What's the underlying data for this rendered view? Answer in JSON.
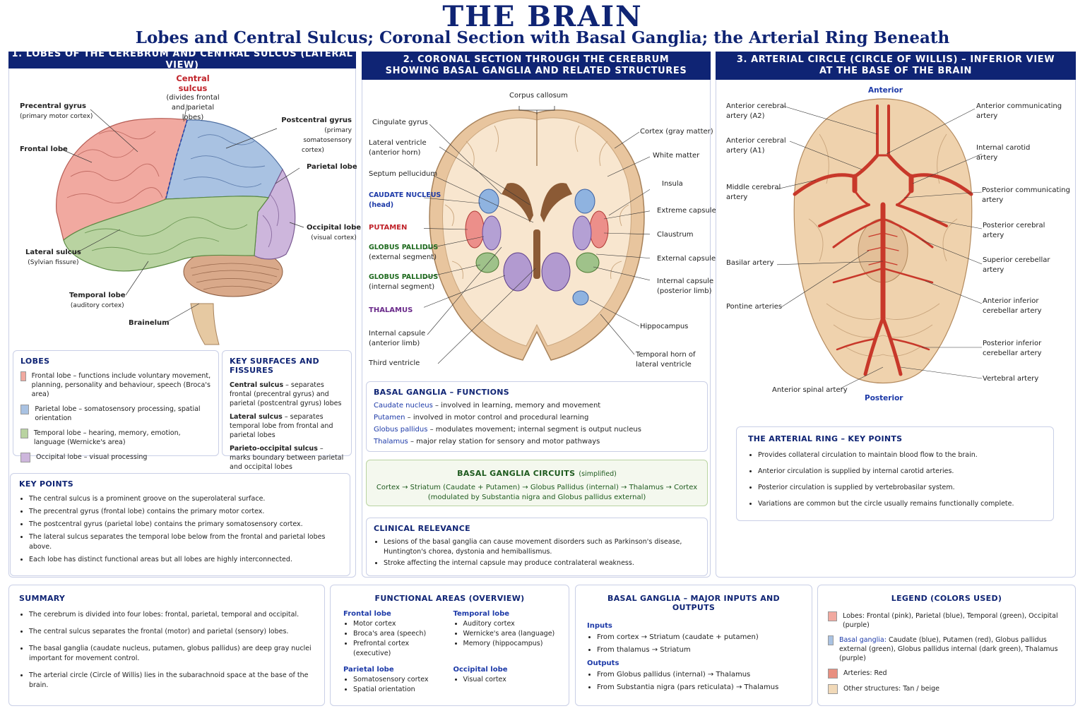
{
  "header": {
    "title": "THE BRAIN",
    "subtitle": "Lobes and Central Sulcus; Coronal Section with Basal Ganglia; the Arterial Ring Beneath"
  },
  "panel1": {
    "heading": "1. LOBES OF THE CEREBRUM AND CENTRAL SULCUS (LATERAL VIEW)",
    "labels": {
      "central_sulcus": "Central sulcus",
      "central_sulcus_note1": "(divides frontal",
      "central_sulcus_note2": "and parietal lobes)",
      "precentral": "Precentral gyrus",
      "precentral_note": "(primary motor cortex)",
      "postcentral": "Postcentral gyrus",
      "postcentral_note1": "(primary somatosensory",
      "postcentral_note2": "cortex)",
      "frontal": "Frontal lobe",
      "parietal": "Parietal lobe",
      "occipital": "Occipital lobe",
      "occipital_note": "(visual cortex)",
      "lateral_sulcus": "Lateral sulcus",
      "lateral_sulcus_note": "(Sylvian fissure)",
      "temporal": "Temporal lobe",
      "temporal_note": "(auditory cortex)",
      "brainstem": "Brainelum"
    },
    "lobes_box": {
      "heading": "LOBES",
      "items": [
        {
          "text": "Frontal lobe – functions include voluntary movement, planning, personality and behaviour, speech (Broca's area)",
          "color": "#f1a9a0"
        },
        {
          "text": "Parietal lobe – somatosensory processing, spatial orientation",
          "color": "#a9c2e2"
        },
        {
          "text": "Temporal lobe – hearing, memory, emotion, language (Wernicke's area)",
          "color": "#b9d3a1"
        },
        {
          "text": "Occipital lobe – visual processing",
          "color": "#cdb6dc"
        }
      ]
    },
    "surfaces_box": {
      "heading": "KEY SURFACES AND FISSURES",
      "items": [
        {
          "term": "Central sulcus",
          "text": " – separates frontal (precentral gyrus) and parietal (postcentral gyrus) lobes"
        },
        {
          "term": "Lateral sulcus",
          "text": " – separates temporal lobe from frontal and parietal lobes"
        },
        {
          "term": "Parieto-occipital sulcus",
          "text": " – marks boundary between parietal and occipital lobes"
        }
      ]
    },
    "key_points": {
      "heading": "KEY POINTS",
      "items": [
        "The central sulcus is a prominent groove on the superolateral surface.",
        "The precentral gyrus (frontal lobe) contains the primary motor cortex.",
        "The postcentral gyrus (parietal lobe) contains the primary somatosensory cortex.",
        "The lateral sulcus separates the temporal lobe below from the frontal and parietal lobes above.",
        "Each lobe has distinct functional areas but all lobes are highly interconnected."
      ]
    }
  },
  "panel2": {
    "heading_line1": "2. CORONAL SECTION THROUGH THE CEREBRUM",
    "heading_line2": "SHOWING BASAL GANGLIA AND RELATED STRUCTURES",
    "labels": {
      "corpus_callosum": "Corpus callosum",
      "cingulate": "Cingulate gyrus",
      "lat_ventricle1": "Lateral ventricle",
      "lat_ventricle2": "(anterior horn)",
      "septum": "Septum pellucidum",
      "caudate1": "CAUDATE NUCLEUS",
      "caudate2": "(head)",
      "putamen": "PUTAMEN",
      "gp_ext1": "GLOBUS PALLIDUS",
      "gp_ext2": "(external segment)",
      "gp_int1": "GLOBUS PALLIDUS",
      "gp_int2": "(internal segment)",
      "thalamus": "THALAMUS",
      "int_caps_ant1": "Internal capsule",
      "int_caps_ant2": "(anterior limb)",
      "third_vent": "Third ventricle",
      "cortex": "Cortex (gray matter)",
      "white": "White matter",
      "insula": "Insula",
      "extreme": "Extreme capsule",
      "claustrum": "Claustrum",
      "external": "External capsule",
      "int_caps_post1": "Internal capsule",
      "int_caps_post2": "(posterior limb)",
      "hippocampus": "Hippocampus",
      "temporal_horn1": "Temporal horn of",
      "temporal_horn2": "lateral ventricle"
    },
    "functions_box": {
      "heading": "BASAL GANGLIA – FUNCTIONS",
      "items": [
        {
          "term": "Caudate nucleus",
          "text": " – involved in learning, memory and movement"
        },
        {
          "term": "Putamen",
          "text": " – involved in motor control and procedural learning"
        },
        {
          "term": "Globus pallidus",
          "text": " – modulates movement; internal segment is output nucleus"
        },
        {
          "term": "Thalamus",
          "text": " – major relay station for sensory and motor pathways"
        }
      ]
    },
    "circuits_box": {
      "heading": "BASAL GANGLIA CIRCUITS",
      "heading_note": "(simplified)",
      "line1": "Cortex → Striatum (Caudate + Putamen) → Globus Pallidus (internal) → Thalamus → Cortex",
      "line2": "(modulated by Substantia nigra and Globus pallidus external)"
    },
    "clinical_box": {
      "heading": "CLINICAL RELEVANCE",
      "items": [
        "Lesions of the basal ganglia can cause movement disorders such as Parkinson's disease, Huntington's chorea, dystonia and hemiballismus.",
        "Stroke affecting the internal capsule may produce contralateral weakness."
      ]
    }
  },
  "panel3": {
    "heading_line1": "3. ARTERIAL CIRCLE (CIRCLE OF WILLIS) – INFERIOR VIEW",
    "heading_line2": "AT THE BASE OF THE BRAIN",
    "labels": {
      "anterior": "Anterior",
      "posterior": "Posterior",
      "aca_a2_1": "Anterior cerebral",
      "aca_a2_2": "artery (A2)",
      "aca_a1_1": "Anterior cerebral",
      "aca_a1_2": "artery (A1)",
      "mca1": "Middle cerebral",
      "mca2": "artery",
      "basilar": "Basilar artery",
      "pontine": "Pontine arteries",
      "ant_spinal": "Anterior spinal artery",
      "acom1": "Anterior communicating",
      "acom2": "artery",
      "ica1": "Internal carotid",
      "ica2": "artery",
      "pcom1": "Posterior communicating",
      "pcom2": "artery",
      "pca1": "Posterior cerebral",
      "pca2": "artery",
      "sca1": "Superior cerebellar",
      "sca2": "artery",
      "aica1": "Anterior inferior",
      "aica2": "cerebellar artery",
      "pica1": "Posterior inferior",
      "pica2": "cerebellar artery",
      "vertebral": "Vertebral artery"
    },
    "ring_box": {
      "heading": "THE ARTERIAL RING – KEY POINTS",
      "items": [
        "Provides collateral circulation to maintain blood flow to the brain.",
        "Anterior circulation is supplied by internal carotid arteries.",
        "Posterior circulation is supplied by vertebrobasilar system.",
        "Variations are common but the circle usually remains functionally complete."
      ]
    }
  },
  "summary": {
    "heading": "SUMMARY",
    "items": [
      "The cerebrum is divided into four lobes: frontal, parietal, temporal and occipital.",
      "The central sulcus separates the frontal (motor) and parietal (sensory) lobes.",
      "The basal ganglia (caudate nucleus, putamen, globus pallidus) are deep gray nuclei important for movement control.",
      "The arterial circle (Circle of Willis) lies in the subarachnoid space at the base of the brain."
    ]
  },
  "functional_areas": {
    "heading": "FUNCTIONAL AREAS (OVERVIEW)",
    "groups": [
      {
        "title": "Frontal lobe",
        "items": [
          "Motor cortex",
          "Broca's area (speech)",
          "Prefrontal cortex (executive)"
        ]
      },
      {
        "title": "Temporal lobe",
        "items": [
          "Auditory cortex",
          "Wernicke's area (language)",
          "Memory (hippocampus)"
        ]
      },
      {
        "title": "Parietal lobe",
        "items": [
          "Somatosensory cortex",
          "Spatial orientation"
        ]
      },
      {
        "title": "Occipital lobe",
        "items": [
          "Visual cortex"
        ]
      }
    ]
  },
  "inputs_outputs": {
    "heading": "BASAL GANGLIA – MAJOR INPUTS AND OUTPUTS",
    "inputs_title": "Inputs",
    "inputs": [
      "From cortex → Striatum (caudate + putamen)",
      "From thalamus → Striatum"
    ],
    "outputs_title": "Outputs",
    "outputs": [
      "From Globus pallidus (internal) → Thalamus",
      "From Substantia nigra (pars reticulata) → Thalamus"
    ]
  },
  "legend": {
    "heading": "LEGEND (COLORS USED)",
    "items": [
      {
        "text": "Lobes: Frontal (pink), Parietal (blue), Temporal (green), Occipital (purple)",
        "color": "#f1a9a0"
      },
      {
        "label": "Basal ganglia:",
        "text": " Caudate (blue), Putamen (red), Globus pallidus external (green), Globus pallidus internal (dark green), Thalamus (purple)",
        "color": "#a9c2e2"
      },
      {
        "text": "Arteries: Red",
        "color": "#e88f80"
      },
      {
        "text": "Other structures: Tan / beige",
        "color": "#f1d9b8"
      }
    ]
  },
  "colors": {
    "navy": "#0f2474",
    "frontal": "#f1a9a0",
    "parietal": "#a9c2e2",
    "temporal": "#b9d3a1",
    "occipital": "#cdb6dc",
    "artery": "#c8382a",
    "tan": "#f1d9b8"
  }
}
